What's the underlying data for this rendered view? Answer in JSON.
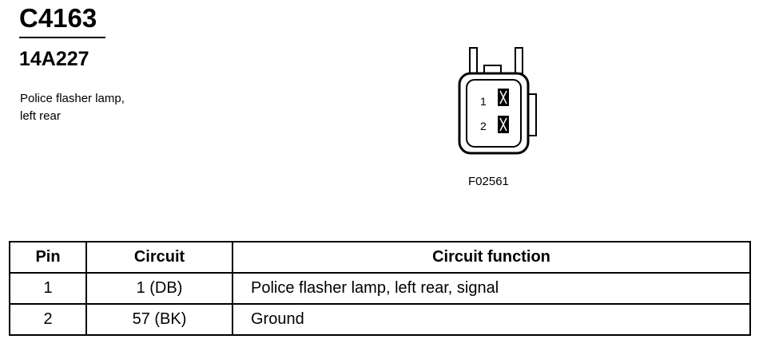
{
  "header": {
    "connector_id": "C4163",
    "part_number": "14A227",
    "description_line1": "Police flasher lamp,",
    "description_line2": "left rear"
  },
  "diagram": {
    "pin_labels": [
      "1",
      "2"
    ],
    "figure_id": "F02561"
  },
  "table": {
    "headers": [
      "Pin",
      "Circuit",
      "Circuit function"
    ],
    "rows": [
      [
        "1",
        "1 (DB)",
        "Police flasher lamp, left rear, signal"
      ],
      [
        "2",
        "57 (BK)",
        "Ground"
      ]
    ]
  }
}
